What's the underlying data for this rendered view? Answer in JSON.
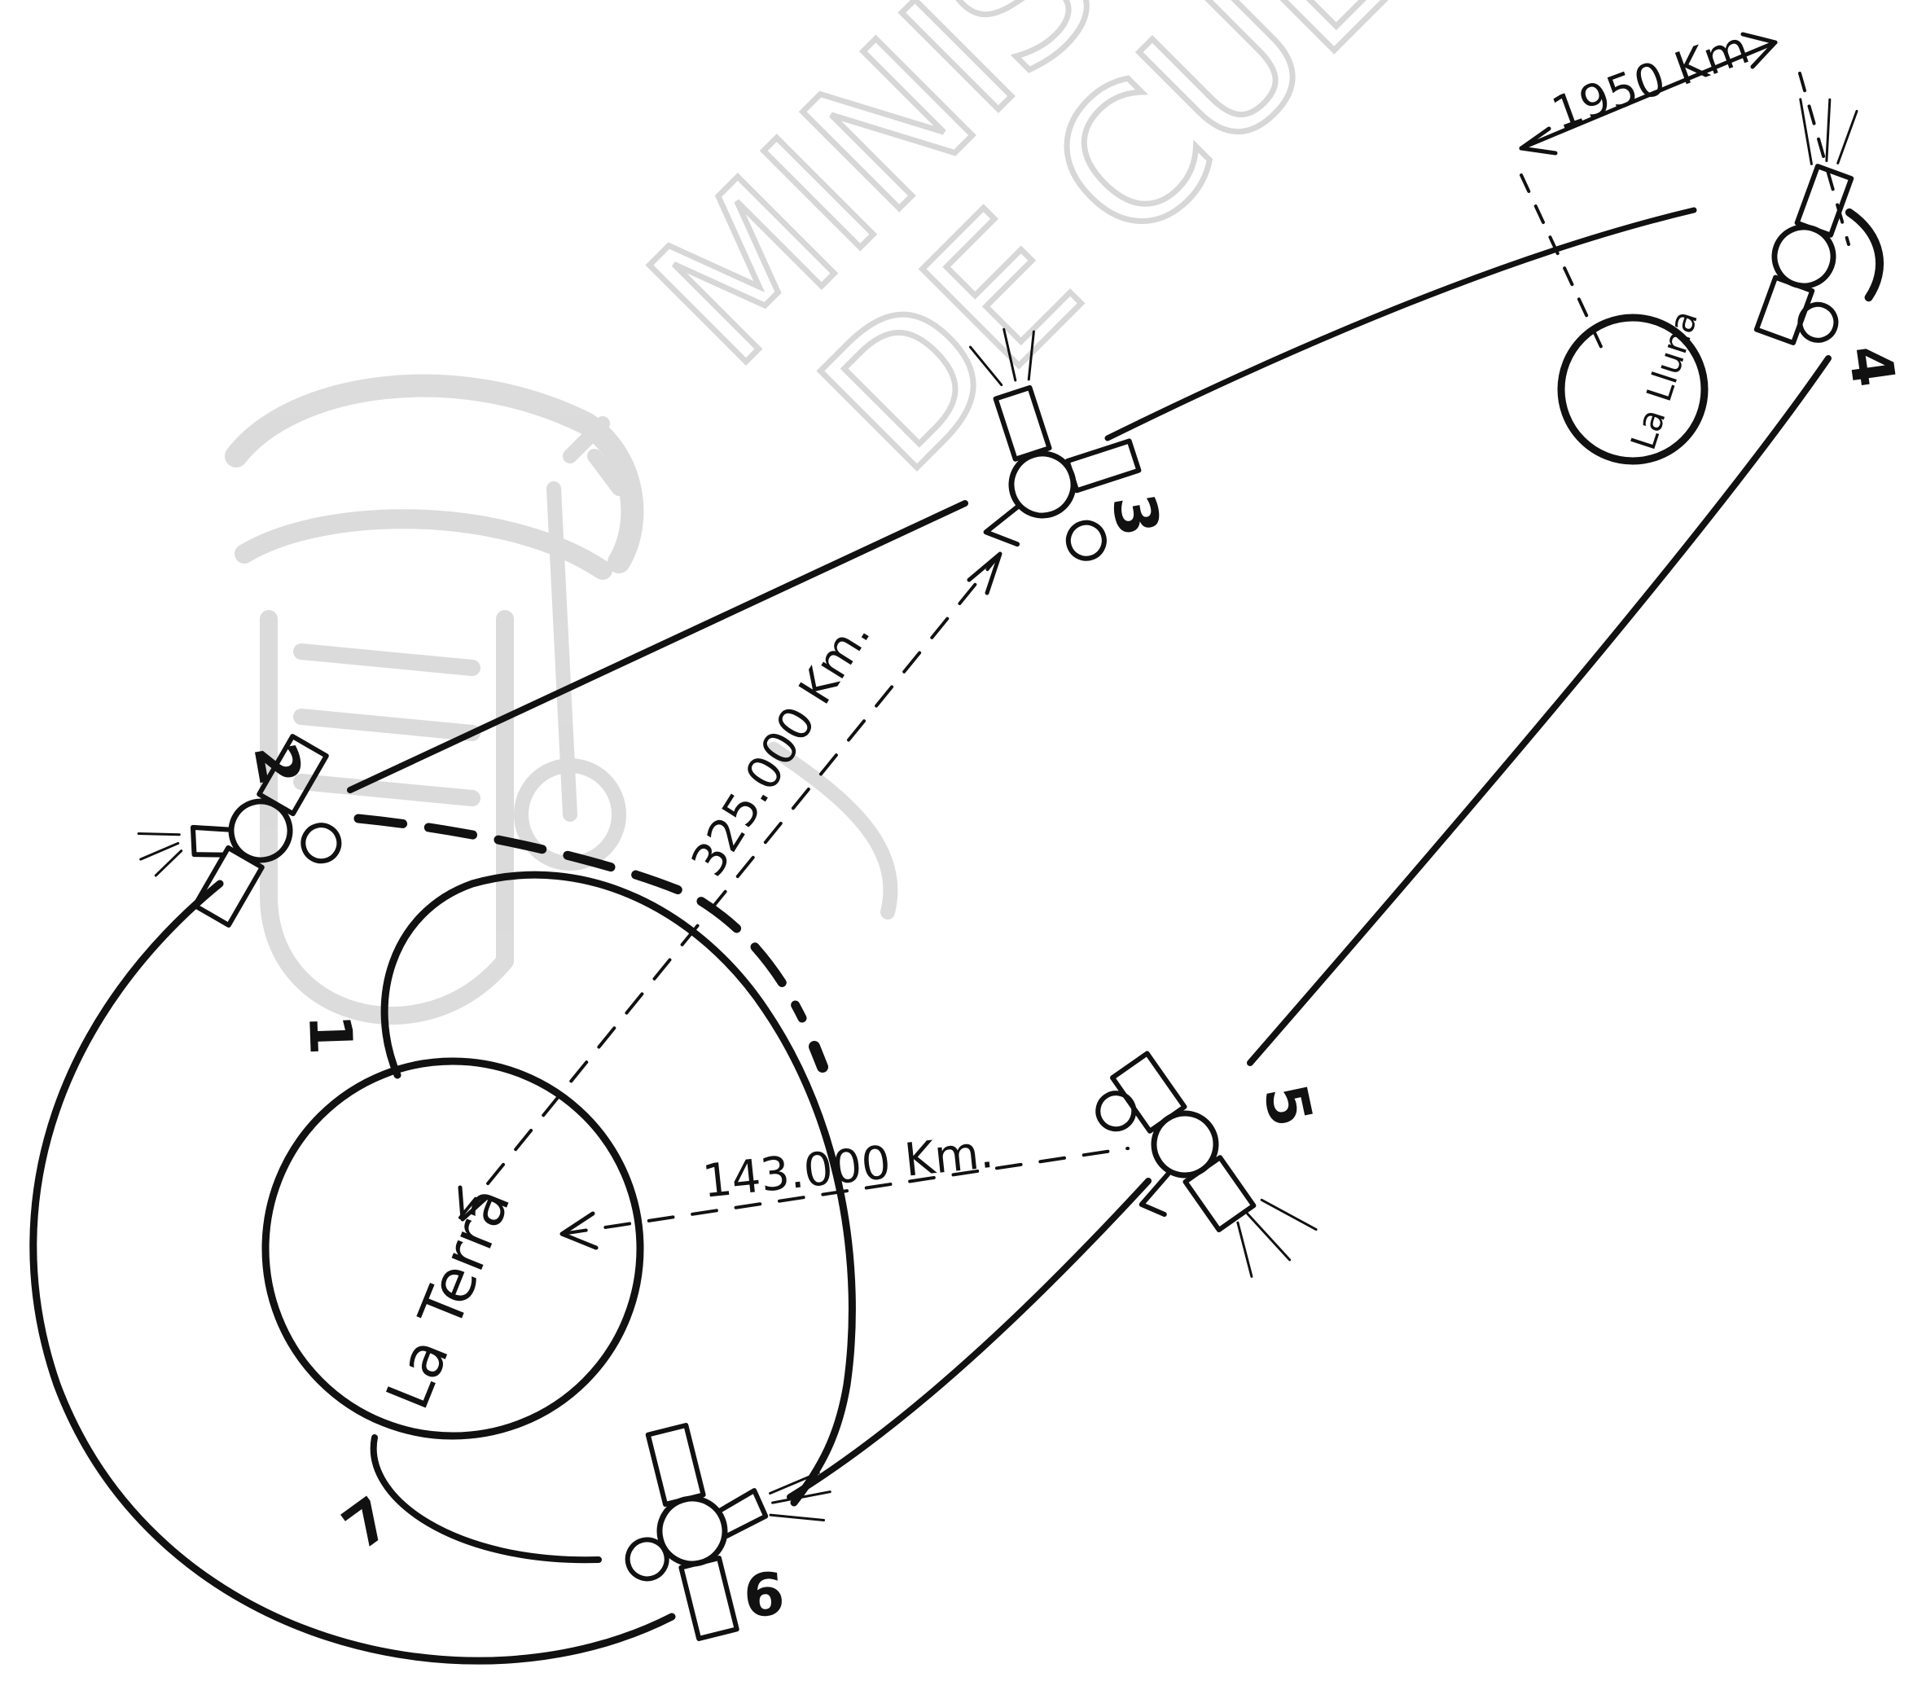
{
  "labels": {
    "earth": "La Terra",
    "moon": "La Lluna",
    "distance_moon_diameter": "1950 Km",
    "distance_earth_to_position_3": "325.000 Km.",
    "distance_earth_to_position_5": "143.000 Km."
  },
  "positions": [
    "1",
    "2",
    "3",
    "4",
    "5",
    "6",
    "7"
  ],
  "watermark": [
    "MINIS",
    "DE CULT"
  ],
  "colors": {
    "ink": "#111111",
    "watermark": "#d8d8d8",
    "background": "#ffffff"
  }
}
